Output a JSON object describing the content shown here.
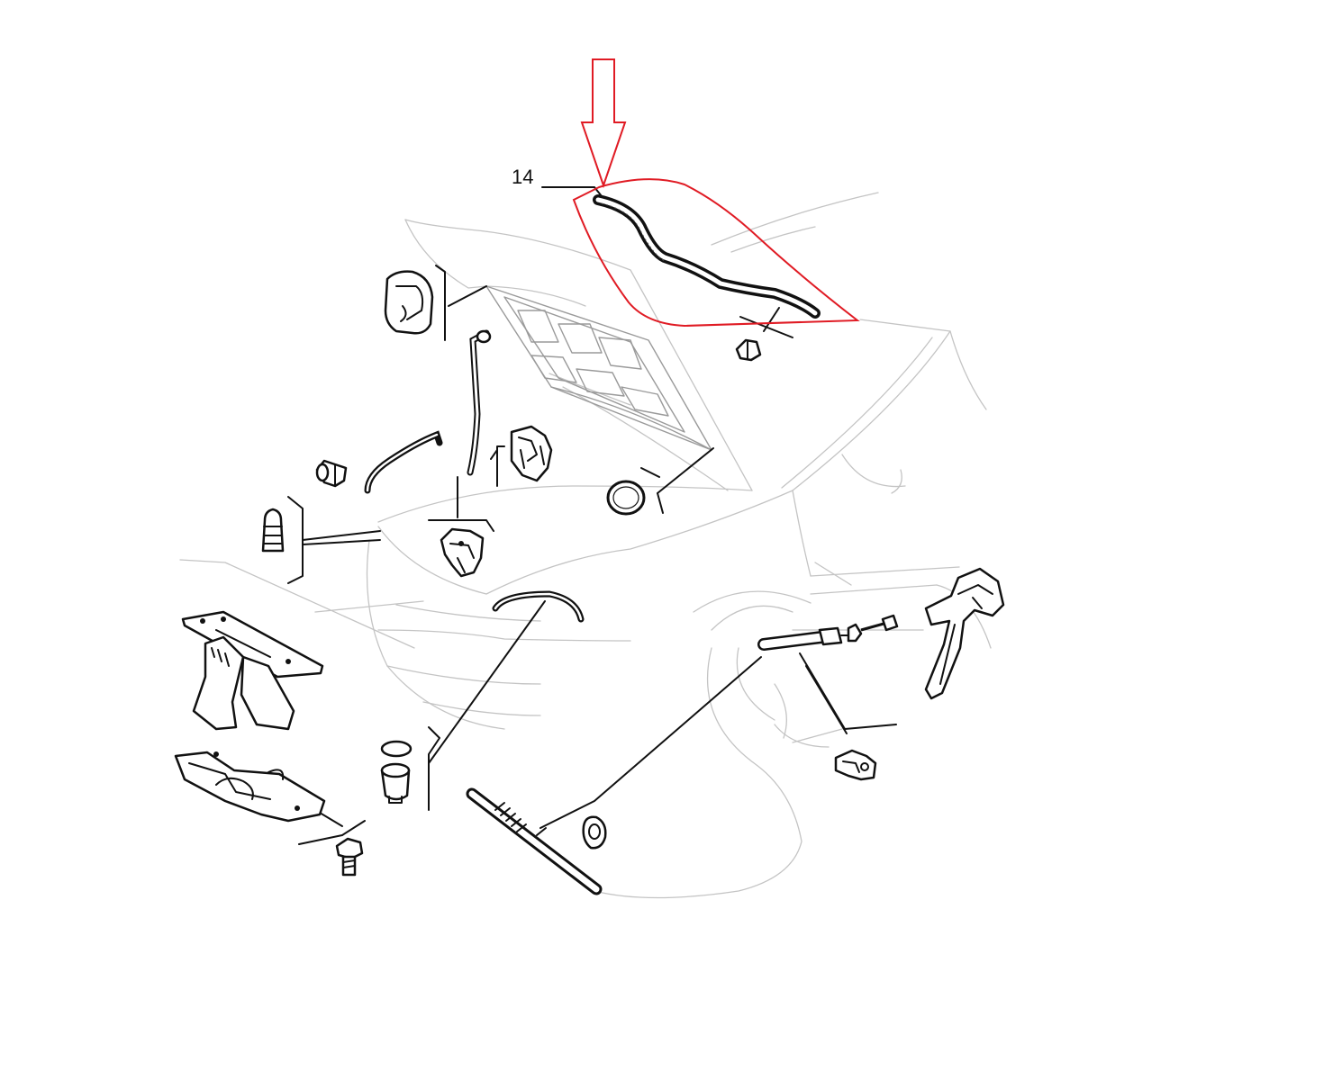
{
  "diagram": {
    "callouts": [
      {
        "id": "part-14",
        "label": "14"
      }
    ],
    "colors": {
      "highlight": "#e01b24",
      "linework": "#111111",
      "car_body": "#c4c4c4",
      "background": "#ffffff"
    },
    "highlighted_part": "part-14",
    "annotation_type": "down-arrow-and-outline"
  }
}
